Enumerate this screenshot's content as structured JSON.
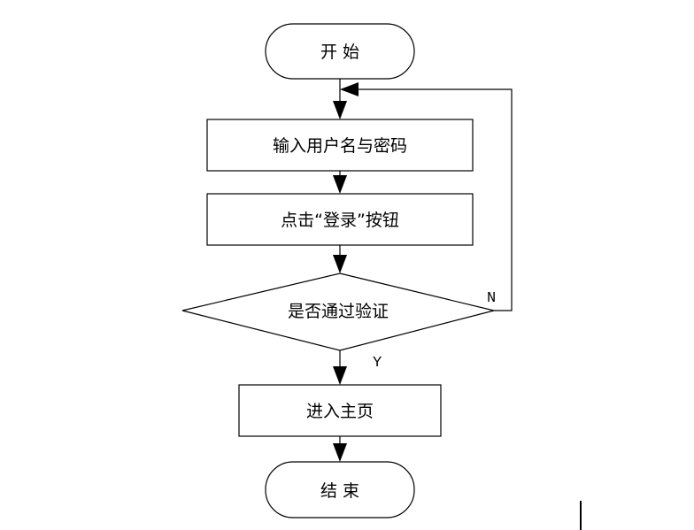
{
  "nodes": {
    "start": "开 始",
    "input_credentials": "输入用户名与密码",
    "click_login": "点击“登录”按钮",
    "verify_decision": "是否通过验证",
    "enter_homepage": "进入主页",
    "end": "结 束"
  },
  "branches": {
    "no": "N",
    "yes": "Y"
  }
}
